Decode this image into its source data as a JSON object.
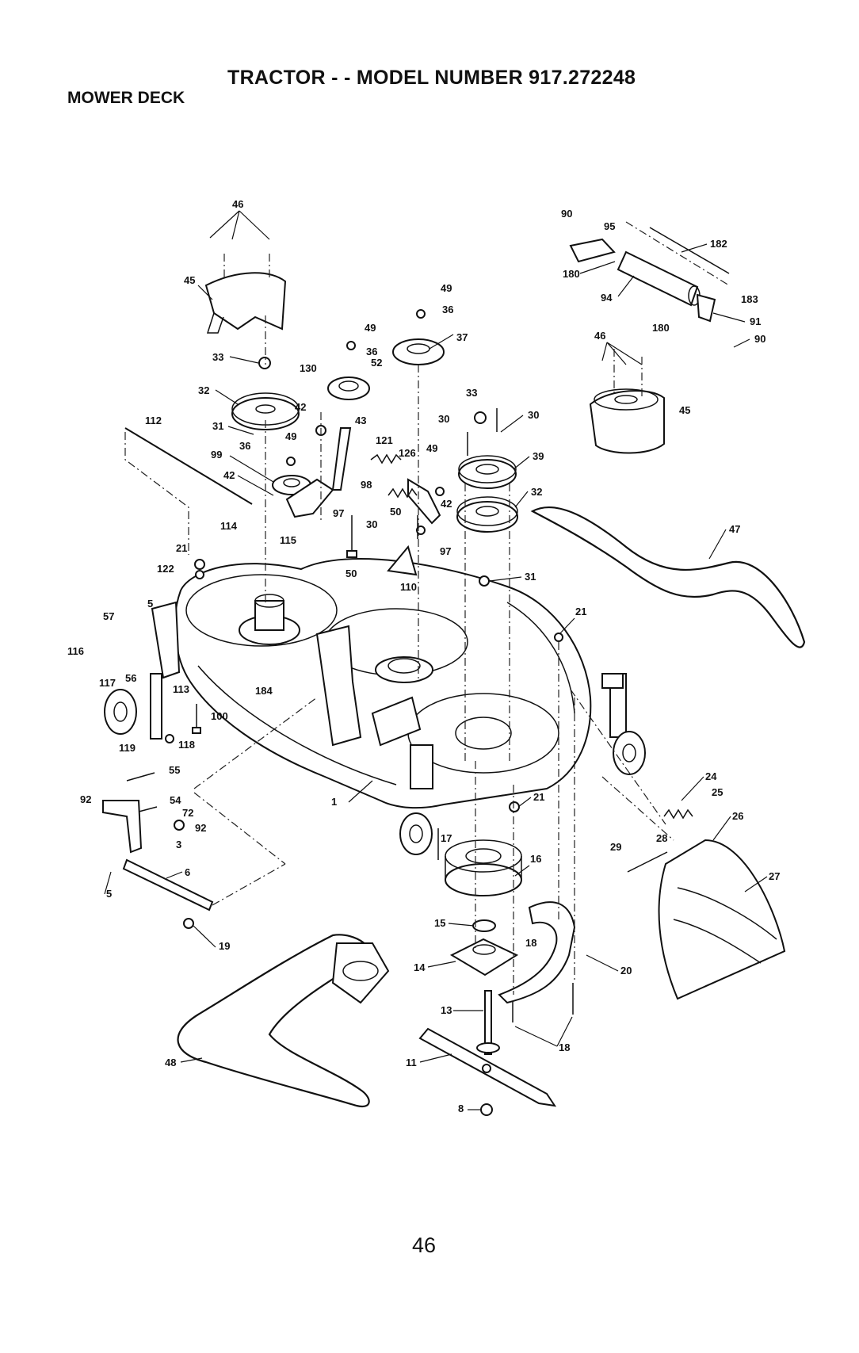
{
  "header": {
    "title": "TRACTOR - - MODEL NUMBER 917.272248",
    "section": "MOWER DECK"
  },
  "footer": {
    "page_number": "46"
  },
  "callouts": [
    {
      "id": "c46a",
      "label": "46"
    },
    {
      "id": "c45a",
      "label": "45"
    },
    {
      "id": "c33a",
      "label": "33"
    },
    {
      "id": "c32a",
      "label": "32"
    },
    {
      "id": "c31a",
      "label": "31"
    },
    {
      "id": "c36a",
      "label": "36"
    },
    {
      "id": "c99",
      "label": "99"
    },
    {
      "id": "c42a",
      "label": "42"
    },
    {
      "id": "c112",
      "label": "112"
    },
    {
      "id": "c130",
      "label": "130"
    },
    {
      "id": "c42b",
      "label": "42"
    },
    {
      "id": "c49a",
      "label": "49"
    },
    {
      "id": "c49b",
      "label": "49"
    },
    {
      "id": "c36b",
      "label": "36"
    },
    {
      "id": "c52",
      "label": "52"
    },
    {
      "id": "c43",
      "label": "43"
    },
    {
      "id": "c49c",
      "label": "49"
    },
    {
      "id": "c36c",
      "label": "36"
    },
    {
      "id": "c37",
      "label": "37"
    },
    {
      "id": "c121",
      "label": "121"
    },
    {
      "id": "c126",
      "label": "126"
    },
    {
      "id": "c49d",
      "label": "49"
    },
    {
      "id": "c98",
      "label": "98"
    },
    {
      "id": "c97a",
      "label": "97"
    },
    {
      "id": "c115",
      "label": "115"
    },
    {
      "id": "c114",
      "label": "114"
    },
    {
      "id": "c50a",
      "label": "50"
    },
    {
      "id": "c50b",
      "label": "50"
    },
    {
      "id": "c30a",
      "label": "30"
    },
    {
      "id": "c42c",
      "label": "42"
    },
    {
      "id": "c97b",
      "label": "97"
    },
    {
      "id": "c110",
      "label": "110"
    },
    {
      "id": "c33b",
      "label": "33"
    },
    {
      "id": "c30b",
      "label": "30"
    },
    {
      "id": "c30c",
      "label": "30"
    },
    {
      "id": "c39",
      "label": "39"
    },
    {
      "id": "c32b",
      "label": "32"
    },
    {
      "id": "c31b",
      "label": "31"
    },
    {
      "id": "c90a",
      "label": "90"
    },
    {
      "id": "c95",
      "label": "95"
    },
    {
      "id": "c182",
      "label": "182"
    },
    {
      "id": "c180a",
      "label": "180"
    },
    {
      "id": "c94",
      "label": "94"
    },
    {
      "id": "c183",
      "label": "183"
    },
    {
      "id": "c180b",
      "label": "180"
    },
    {
      "id": "c91",
      "label": "91"
    },
    {
      "id": "c90b",
      "label": "90"
    },
    {
      "id": "c46b",
      "label": "46"
    },
    {
      "id": "c45b",
      "label": "45"
    },
    {
      "id": "c47",
      "label": "47"
    },
    {
      "id": "c21a",
      "label": "21"
    },
    {
      "id": "c122",
      "label": "122"
    },
    {
      "id": "c5a",
      "label": "5"
    },
    {
      "id": "c57",
      "label": "57"
    },
    {
      "id": "c116",
      "label": "116"
    },
    {
      "id": "c117",
      "label": "117"
    },
    {
      "id": "c56",
      "label": "56"
    },
    {
      "id": "c113",
      "label": "113"
    },
    {
      "id": "c184",
      "label": "184"
    },
    {
      "id": "c100",
      "label": "100"
    },
    {
      "id": "c119",
      "label": "119"
    },
    {
      "id": "c118",
      "label": "118"
    },
    {
      "id": "c21b",
      "label": "21"
    },
    {
      "id": "c55",
      "label": "55"
    },
    {
      "id": "c54",
      "label": "54"
    },
    {
      "id": "c92a",
      "label": "92"
    },
    {
      "id": "c72",
      "label": "72"
    },
    {
      "id": "c92b",
      "label": "92"
    },
    {
      "id": "c3",
      "label": "3"
    },
    {
      "id": "c6",
      "label": "6"
    },
    {
      "id": "c5b",
      "label": "5"
    },
    {
      "id": "c19",
      "label": "19"
    },
    {
      "id": "c1",
      "label": "1"
    },
    {
      "id": "c21c",
      "label": "21"
    },
    {
      "id": "c17",
      "label": "17"
    },
    {
      "id": "c16",
      "label": "16"
    },
    {
      "id": "c15",
      "label": "15"
    },
    {
      "id": "c14",
      "label": "14"
    },
    {
      "id": "c18a",
      "label": "18"
    },
    {
      "id": "c20",
      "label": "20"
    },
    {
      "id": "c13",
      "label": "13"
    },
    {
      "id": "c18b",
      "label": "18"
    },
    {
      "id": "c11",
      "label": "11"
    },
    {
      "id": "c8",
      "label": "8"
    },
    {
      "id": "c48",
      "label": "48"
    },
    {
      "id": "c24",
      "label": "24"
    },
    {
      "id": "c25",
      "label": "25"
    },
    {
      "id": "c26",
      "label": "26"
    },
    {
      "id": "c28",
      "label": "28"
    },
    {
      "id": "c29",
      "label": "29"
    },
    {
      "id": "c27",
      "label": "27"
    }
  ]
}
